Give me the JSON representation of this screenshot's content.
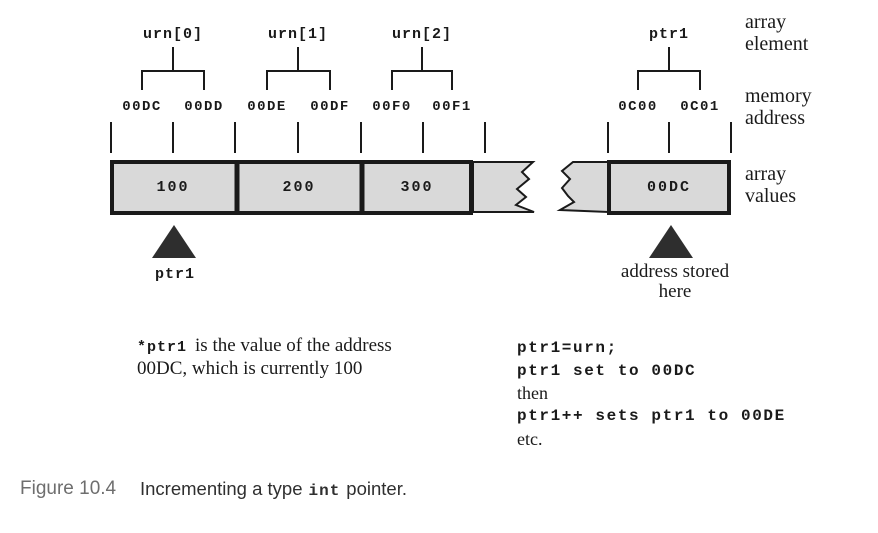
{
  "diagram": {
    "cells": [
      {
        "element": "urn[0]",
        "addresses": [
          "00DC",
          "00DD"
        ],
        "value": "100"
      },
      {
        "element": "urn[1]",
        "addresses": [
          "00DE",
          "00DF"
        ],
        "value": "200"
      },
      {
        "element": "urn[2]",
        "addresses": [
          "00F0",
          "00F1"
        ],
        "value": "300"
      }
    ],
    "pointer": {
      "element": "ptr1",
      "addresses": [
        "0C00",
        "0C01"
      ],
      "value": "00DC"
    },
    "row_labels": [
      "array\nelement",
      "memory\naddress",
      "array\nvalues"
    ],
    "left_arrow_label": "ptr1",
    "right_arrow_label": "address stored\nhere",
    "colors": {
      "box_fill": "#d9d9d9",
      "line": "#1a1a1a",
      "triangle": "#2e2e2e"
    }
  },
  "notes": {
    "left": {
      "code": "*ptr1",
      "line1": "is the value of the address",
      "line2": "00DC, which is currently 100"
    },
    "code_lines": [
      {
        "text": "ptr1=urn;",
        "mono": true
      },
      {
        "text": "ptr1 set to 00DC",
        "mono": true
      },
      {
        "text": "then",
        "mono": false
      },
      {
        "text": "ptr1++ sets ptr1 to 00DE",
        "mono": true
      },
      {
        "text": "etc.",
        "mono": false
      }
    ]
  },
  "caption": {
    "label": "Figure 10.4",
    "before": "Incrementing a type",
    "code": "int",
    "after": "pointer."
  }
}
